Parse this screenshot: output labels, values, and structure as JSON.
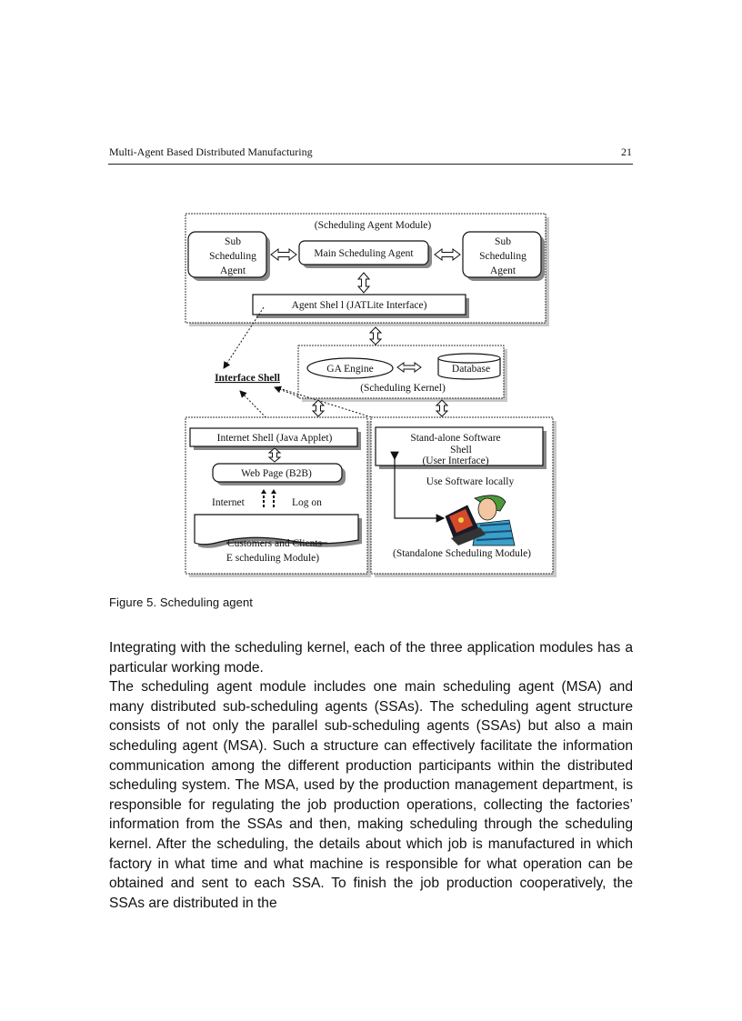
{
  "header": {
    "running_title": "Multi-Agent Based Distributed Manufacturing",
    "page_number": "21"
  },
  "figure": {
    "caption": "Figure 5. Scheduling agent",
    "scheduling_agent_module": "(Scheduling Agent Module)",
    "sub_agent_left": [
      "Sub",
      "Scheduling",
      "Agent"
    ],
    "main_scheduling_agent": "Main Scheduling Agent",
    "sub_agent_right": [
      "Sub",
      "Scheduling",
      "Agent"
    ],
    "agent_shell": "Agent Shel l (JATLite Interface)",
    "ga_engine": "GA Engine",
    "database": "Database",
    "scheduling_kernel": "(Scheduling Kernel)",
    "interface_shell": "Interface Shell",
    "internet_shell": "Internet Shell (Java Applet)",
    "web_page": "Web Page (B2B)",
    "internet": "Internet",
    "log_on": "Log on",
    "customers_and_clients": "Customers and Clients",
    "e_scheduling_module": "E scheduling Module)",
    "standalone_shell": [
      "Stand-alone Software",
      "Shell",
      "(User Interface)"
    ],
    "use_software_locally": "Use Software locally",
    "standalone_module": "(Standalone Scheduling Module)"
  },
  "paragraphs": [
    "Integrating with the scheduling kernel, each of the three application modules has a particular working mode.",
    "The scheduling agent module includes one main scheduling agent (MSA) and many distributed sub-scheduling agents (SSAs). The scheduling agent structure consists of not only the parallel sub-scheduling agents (SSAs) but also a main scheduling agent (MSA). Such a structure can effectively facilitate the information communication among the different production participants within the distributed scheduling system. The MSA, used by the production management department, is responsible for regulating the job production operations, collecting the factories’ information from the SSAs and then, making scheduling through the scheduling kernel. After the scheduling, the details about which job is manufactured in which factory in what time and what machine is responsible for what operation can be obtained and sent to each SSA. To finish the job production cooperatively, the SSAs are distributed in the"
  ]
}
